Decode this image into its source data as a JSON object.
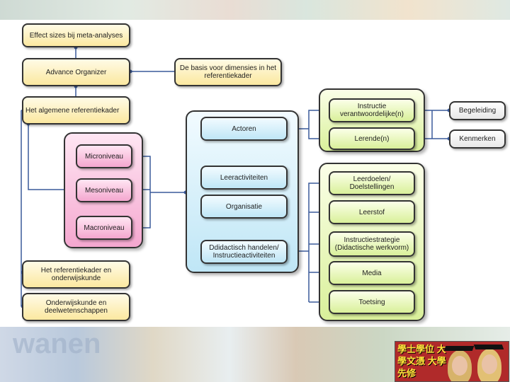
{
  "top_left": {
    "effect": "Effect sizes bij meta-analyses",
    "advance": "Advance Organizer",
    "basis": "De basis voor dimensies in het referentiekader",
    "algemene": "Het algemene referentiekader"
  },
  "levels": {
    "micro": "Microniveau",
    "meso": "Mesoniveau",
    "macro": "Macroniveau"
  },
  "bottom_left": {
    "ref_onderwijs": "Het referentiekader en onderwijskunde",
    "onderwijskunde": "Onderwijskunde en deelwetenschappen"
  },
  "center": {
    "actoren": "Actoren",
    "leeractiviteiten": "Leeractiviteiten",
    "organisatie": "Organisatie",
    "didactisch": "Ddidactisch handelen/ Instructieactiviteiten"
  },
  "actors": {
    "instructie": "Instructie verantwoordelijke(n)",
    "lerende": "Lerende(n)"
  },
  "actor_props": {
    "begeleiding": "Begeleiding",
    "kenmerken": "Kenmerken"
  },
  "didactic": {
    "leerdoelen": "Leerdoelen/ Doelstellingen",
    "leerstof": "Leerstof",
    "strategie": "Instructiestrategie (Didactische werkvorm)",
    "media": "Media",
    "toetsing": "Toetsing"
  },
  "photo": {
    "caption": "學士學位 大學文憑 大學先修"
  },
  "colors": {
    "yellow": "#fbe8a0",
    "pink": "#f4a7cf",
    "blue": "#bfe6f6",
    "green": "#d9f09a",
    "line": "#3a5a9a"
  }
}
